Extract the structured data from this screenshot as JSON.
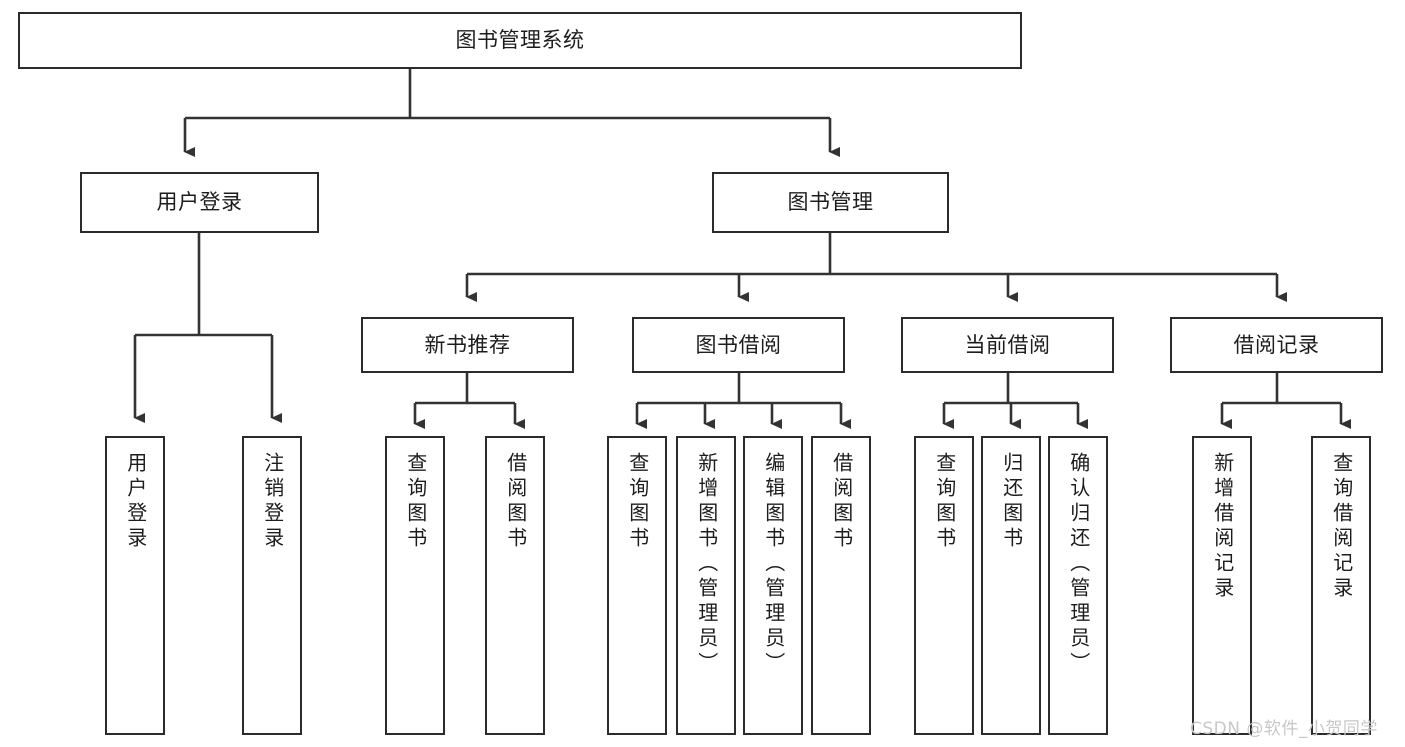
{
  "diagram": {
    "title": "图书管理系统",
    "type": "tree",
    "orientation": "top-down",
    "colors": {
      "box_border": "#2b2b2b",
      "box_fill": "#ffffff",
      "connector": "#333333",
      "text": "#1d1d1d",
      "watermark": "#c8c8c8",
      "background": "#ffffff"
    },
    "nodes": {
      "root": {
        "label": "图书管理系统",
        "level": 1
      },
      "level2": [
        {
          "id": "user-login",
          "label": "用户登录"
        },
        {
          "id": "book-manage",
          "label": "图书管理"
        }
      ],
      "level3": [
        {
          "id": "new-book-recommend",
          "label": "新书推荐"
        },
        {
          "id": "book-borrow",
          "label": "图书借阅"
        },
        {
          "id": "current-borrow",
          "label": "当前借阅"
        },
        {
          "id": "borrow-record",
          "label": "借阅记录"
        }
      ],
      "leaves": {
        "user-login": [
          {
            "id": "leaf-user-login",
            "label": "用户登录"
          },
          {
            "id": "leaf-user-logout",
            "label": "注销登录"
          }
        ],
        "new-book-recommend": [
          {
            "id": "leaf-query-book-1",
            "label": "查询图书"
          },
          {
            "id": "leaf-borrow-book-1",
            "label": "借阅图书"
          }
        ],
        "book-borrow": [
          {
            "id": "leaf-query-book-2",
            "label": "查询图书"
          },
          {
            "id": "leaf-add-book",
            "label": "新增图书（管理员）"
          },
          {
            "id": "leaf-edit-book",
            "label": "编辑图书（管理员）"
          },
          {
            "id": "leaf-borrow-book-2",
            "label": "借阅图书"
          }
        ],
        "current-borrow": [
          {
            "id": "leaf-query-book-3",
            "label": "查询图书"
          },
          {
            "id": "leaf-return-book",
            "label": "归还图书"
          },
          {
            "id": "leaf-confirm-return",
            "label": "确认归还（管理员）"
          }
        ],
        "borrow-record": [
          {
            "id": "leaf-add-record",
            "label": "新增借阅记录"
          },
          {
            "id": "leaf-query-record",
            "label": "查询借阅记录"
          }
        ]
      }
    },
    "watermark": "CSDN @软件_小贺同学"
  }
}
